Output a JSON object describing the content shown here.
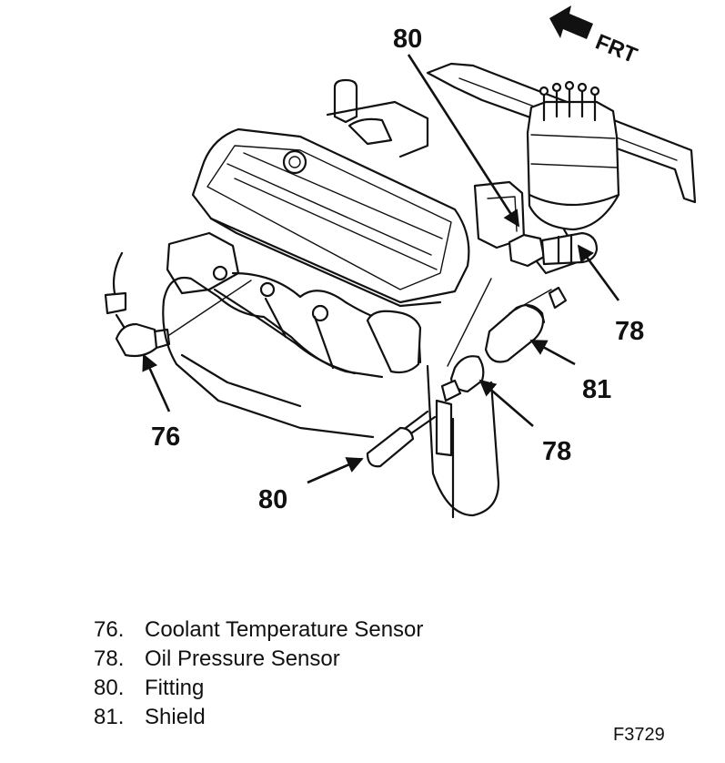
{
  "direction_label": "FRT",
  "callouts": [
    "80",
    "78",
    "81",
    "76",
    "78",
    "80"
  ],
  "legend": [
    {
      "num": "76.",
      "label": "Coolant Temperature Sensor"
    },
    {
      "num": "78.",
      "label": "Oil Pressure Sensor"
    },
    {
      "num": "80.",
      "label": "Fitting"
    },
    {
      "num": "81.",
      "label": "Shield"
    }
  ],
  "figure_code": "F3729"
}
